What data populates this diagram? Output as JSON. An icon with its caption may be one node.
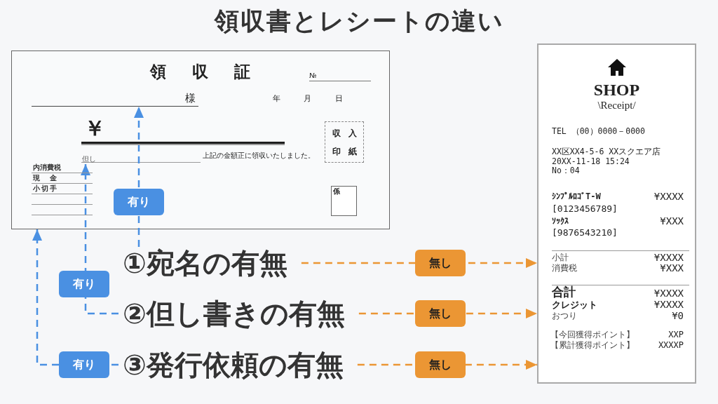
{
  "diagram": {
    "title": "領収書とレシートの違い",
    "nodes": [
      {
        "text": [
          "領収証",
          "№",
          "年",
          "月",
          "日",
          "￥",
          "上記の金額正に領収いたしました。",
          "内消費税",
          "現金",
          "小切手"
        ]
      },
      {
        "text": [
          "様"
        ],
        "in": 0
      },
      {
        "text": [
          "但し"
        ],
        "in": 0
      },
      {
        "text": [
          "収入印紙"
        ],
        "in": 0
      },
      {
        "text": [
          "係"
        ],
        "in": 0
      },
      {
        "text": [
          "SHOP",
          "\\Receipt/",
          "TEL （00）0000－0000",
          "XX区XX4-5-6 XXスクエア店",
          "20XX-11-18 15:24",
          "No：04",
          "ｼﾝﾌﾟﾙﾛｺﾞT-W",
          "¥XXXX",
          "[0123456789]",
          "ｿｯｸｽ",
          "¥XXX",
          "[9876543210]",
          "小計",
          "¥XXXX",
          "消費税",
          "¥XXX",
          "合計",
          "¥XXXX",
          "クレジット",
          "¥XXXX",
          "おつり",
          "¥0",
          "【今回獲得ポイント】",
          "XXP",
          "【累計獲得ポイント】",
          "XXXXP"
        ]
      },
      {
        "text": [
          "①宛名の有無"
        ]
      },
      {
        "text": [
          "②但し書きの有無"
        ]
      },
      {
        "text": [
          "③発行依頼の有無"
        ]
      }
    ],
    "edges": [
      {
        "from": 6,
        "to": 1,
        "arrow": "to",
        "label": "有り",
        "style": "dashed",
        "color": "#4a90e2"
      },
      {
        "from": 7,
        "to": 2,
        "arrow": "to",
        "label": "有り",
        "style": "dashed",
        "color": "#4a90e2"
      },
      {
        "from": 8,
        "to": 0,
        "arrow": "to",
        "label": "有り",
        "style": "dashed",
        "color": "#4a90e2"
      },
      {
        "from": 6,
        "to": 5,
        "arrow": "to",
        "label": "無し",
        "style": "dashed",
        "color": "#eb9634"
      },
      {
        "from": 7,
        "to": 5,
        "arrow": "to",
        "label": "無し",
        "style": "dashed",
        "color": "#eb9634"
      },
      {
        "from": 8,
        "to": 5,
        "arrow": "to",
        "label": "無し",
        "style": "dashed",
        "color": "#eb9634"
      }
    ]
  }
}
